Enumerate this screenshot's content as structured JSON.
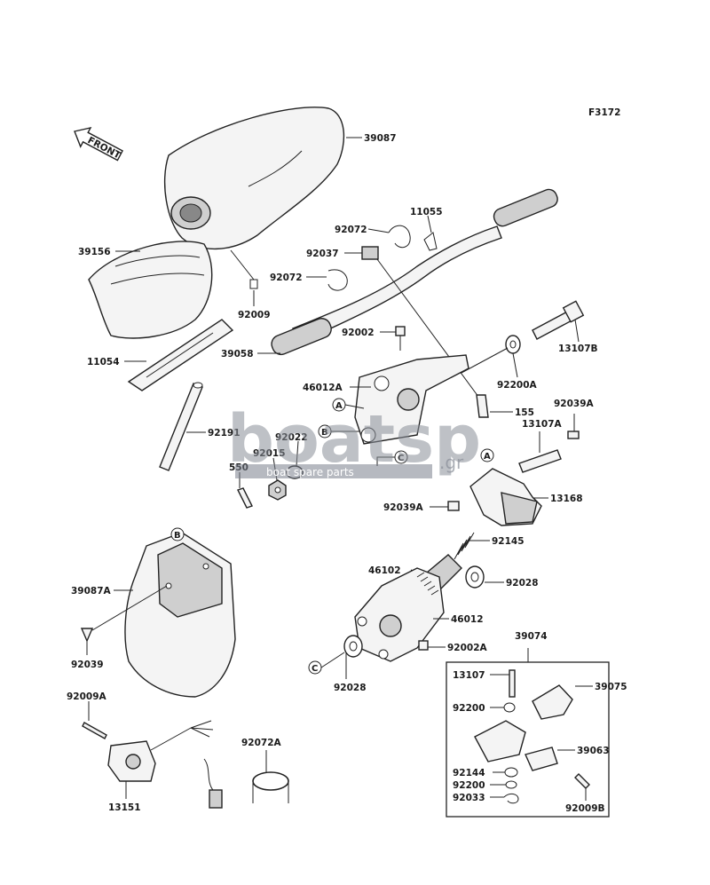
{
  "figure_code": "F3172",
  "front_label": "FRONT",
  "watermark": {
    "brand": "boatsp",
    "tld": ".gr",
    "tagline": "boat spare parts"
  },
  "callouts": [
    "A",
    "B",
    "C"
  ],
  "parts": {
    "p39087": "39087",
    "p39156": "39156",
    "p92009": "92009",
    "p11054": "11054",
    "p92191": "92191",
    "p92072_top": "92072",
    "p11055": "11055",
    "p92037": "92037",
    "p92072_mid": "92072",
    "p92002": "92002",
    "p39058": "39058",
    "p13107B": "13107B",
    "p92200A": "92200A",
    "p46012A": "46012A",
    "p155": "155",
    "p92039A_r": "92039A",
    "p13107A": "13107A",
    "p92022": "92022",
    "p92015": "92015",
    "p550": "550",
    "p13168": "13168",
    "p92039A_l": "92039A",
    "p92145": "92145",
    "p46102": "46102",
    "p92028_r": "92028",
    "p46012": "46012",
    "p92002A": "92002A",
    "p92028_l": "92028",
    "p39087A": "39087A",
    "p92039": "92039",
    "p39074": "39074",
    "p13107": "13107",
    "p39075": "39075",
    "p92200": "92200",
    "p39063": "39063",
    "p92144": "92144",
    "p92200b": "92200",
    "p92033": "92033",
    "p92009B": "92009B",
    "p92009A": "92009A",
    "p92072A": "92072A",
    "p13151": "13151"
  }
}
